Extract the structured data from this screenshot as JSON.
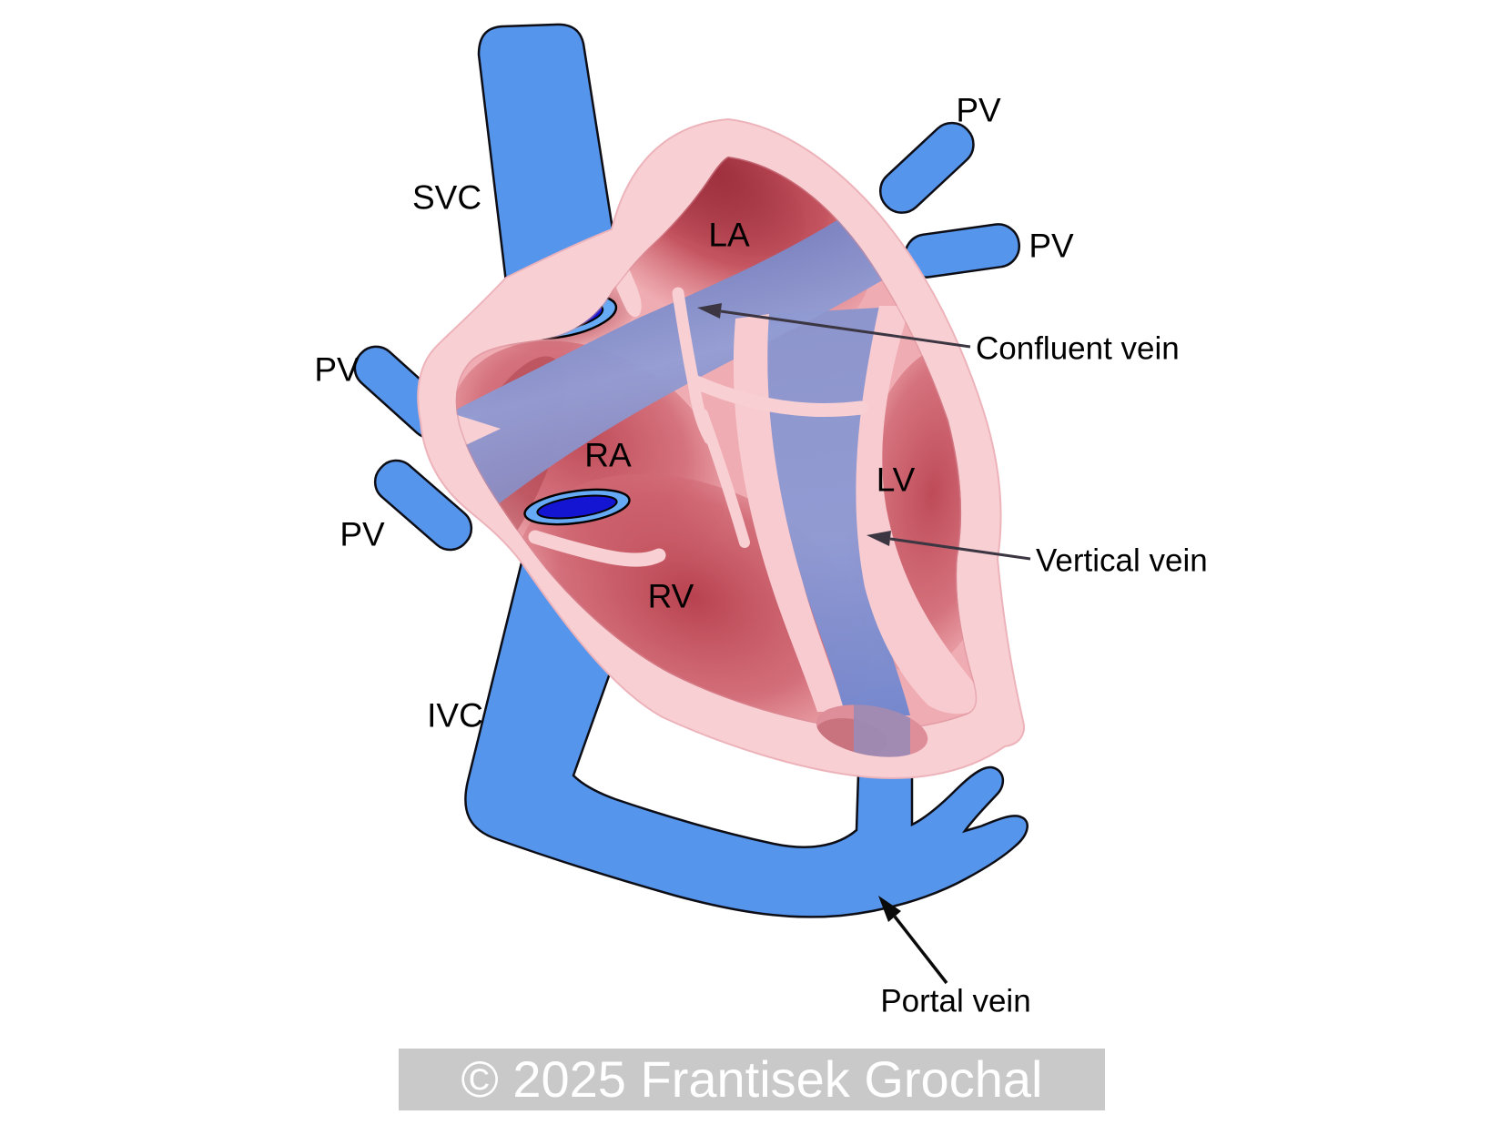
{
  "diagram": {
    "labels": {
      "svc": "SVC",
      "ivc": "IVC",
      "la": "LA",
      "ra": "RA",
      "lv": "LV",
      "rv": "RV",
      "pv_top_right": "PV",
      "pv_right": "PV",
      "pv_left_upper": "PV",
      "pv_left_lower": "PV"
    },
    "annotations": {
      "confluent_vein": "Confluent vein",
      "vertical_vein": "Vertical vein",
      "portal_vein": "Portal vein"
    },
    "copyright": "© 2025 Frantisek Grochal",
    "colors": {
      "vessel_blue": "#5695EC",
      "vein_channel_blue": "#8A95D2",
      "heart_wall_pink": "#F8D0D4",
      "chamber_red": "#C5515D",
      "ostium_ring_blue": "#66A9F4",
      "ostium_core_blue": "#1315D2",
      "copyright_bar": "#C9C9C9",
      "copyright_text": "#FFFFFF",
      "label_text": "#000000",
      "arrow_dark": "#3B3642"
    }
  }
}
